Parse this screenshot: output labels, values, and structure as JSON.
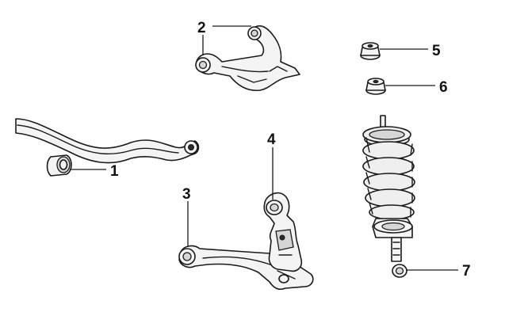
{
  "callouts": [
    {
      "id": "1"
    },
    {
      "id": "2"
    },
    {
      "id": "3"
    },
    {
      "id": "4"
    },
    {
      "id": "5"
    },
    {
      "id": "6"
    },
    {
      "id": "7"
    }
  ]
}
